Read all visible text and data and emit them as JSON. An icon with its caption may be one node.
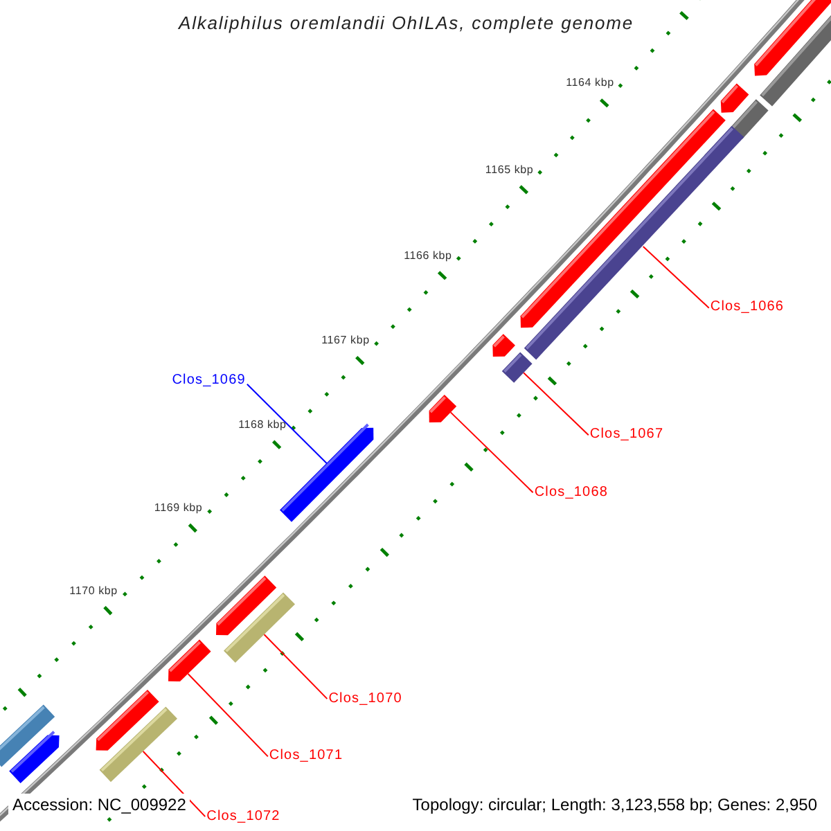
{
  "diagram": {
    "title": "Alkaliphilus oremlandii OhILAs, complete genome",
    "nodes": [
      {
        "text": [
          "Clos_1066"
        ]
      },
      {
        "text": [
          "Clos_1067"
        ]
      },
      {
        "text": [
          "Clos_1068"
        ]
      },
      {
        "text": [
          "Clos_1069"
        ]
      },
      {
        "text": [
          "Clos_1070"
        ]
      },
      {
        "text": [
          "Clos_1071"
        ]
      },
      {
        "text": [
          "Clos_1072"
        ]
      },
      {
        "text": [],
        "shape": "pentagon"
      },
      {
        "text": [],
        "shape": "bar"
      },
      {
        "text": [],
        "shape": "bar"
      },
      {
        "text": [],
        "shape": "pentagon"
      },
      {
        "text": [],
        "shape": "pentagon"
      },
      {
        "text": [],
        "shape": "bar"
      },
      {
        "text": [],
        "shape": "pentagon"
      },
      {
        "text": [],
        "shape": "bar"
      },
      {
        "text": [],
        "shape": "pentagon"
      },
      {
        "text": [],
        "shape": "pentagon"
      },
      {
        "text": [],
        "shape": "bar"
      },
      {
        "text": [],
        "shape": "pentagon"
      },
      {
        "text": [],
        "shape": "pentagon"
      },
      {
        "text": [],
        "shape": "pentagon"
      },
      {
        "text": [],
        "shape": "bar"
      },
      {
        "text": [],
        "shape": "bar"
      },
      {
        "text": [],
        "shape": "pentagon"
      }
    ],
    "edges": [
      {
        "from": 0,
        "to": 12,
        "arrow": "none"
      },
      {
        "from": 1,
        "to": 14,
        "arrow": "none"
      },
      {
        "from": 2,
        "to": 15,
        "arrow": "none"
      },
      {
        "from": 3,
        "to": 16,
        "arrow": "none",
        "color": "#0000ff"
      },
      {
        "from": 4,
        "to": 17,
        "arrow": "none"
      },
      {
        "from": 5,
        "to": 19,
        "arrow": "none"
      },
      {
        "from": 6,
        "to": 21,
        "arrow": "none"
      }
    ],
    "labels": [
      "1164 kbp",
      "1165 kbp",
      "1166 kbp",
      "1167 kbp",
      "1168 kbp",
      "1169 kbp",
      "1170 kbp",
      "Accession: NC_009922",
      "Topology: circular; Length: 3,123,558 bp; Genes: 2,950"
    ]
  }
}
